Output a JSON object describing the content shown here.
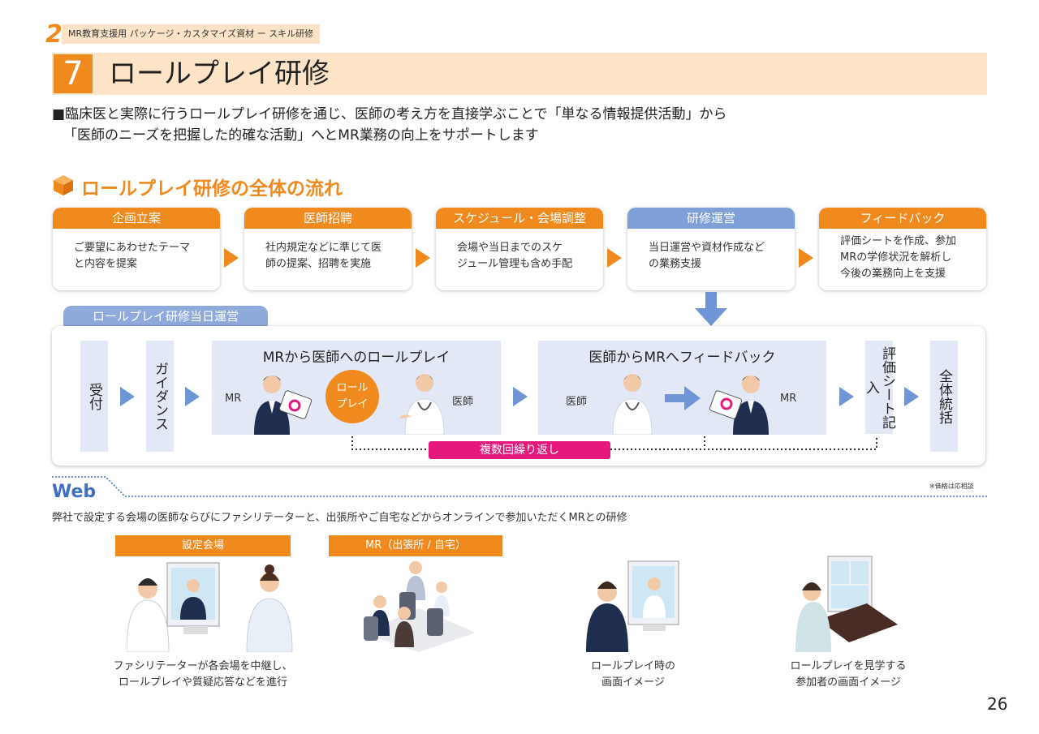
{
  "header": {
    "chapter_number": "2",
    "chapter_label": "MR教育支援用 パッケージ・カスタマイズ資材 ー スキル研修",
    "title_number": "7",
    "title": "ロールプレイ研修"
  },
  "intro": {
    "line1": "■臨床医と実際に行うロールプレイ研修を通じ、医師の考え方を直接学ぶことで「単なる情報提供活動」から",
    "line2": "「医師のニーズを把握した的確な活動」へとMR業務の向上をサポートします"
  },
  "flow": {
    "title": "ロールプレイ研修の全体の流れ",
    "steps": [
      {
        "title": "企画立案",
        "body1": "ご要望にあわせたテーマ",
        "body2": "と内容を提案",
        "body3": ""
      },
      {
        "title": "医師招聘",
        "body1": "社内規定などに準じて医",
        "body2": "師の提案、招聘を実施",
        "body3": ""
      },
      {
        "title": "スケジュール・会場調整",
        "body1": "会場や当日までのスケ",
        "body2": "ジュール管理も含め手配",
        "body3": ""
      },
      {
        "title": "研修運営",
        "body1": "当日運営や資材作成など",
        "body2": "の業務支援",
        "body3": ""
      },
      {
        "title": "フィードバック",
        "body1": "評価シートを作成、参加",
        "body2": "MRの学修状況を解析し",
        "body3": "今後の業務向上を支援"
      }
    ]
  },
  "day": {
    "label": "ロールプレイ研修当日運営",
    "reception": "受付",
    "guidance": "ガイダンス",
    "roleplay_title": "MRから医師へのロールプレイ",
    "mr": "MR",
    "doctor": "医師",
    "roleplay_badge_1": "ロール",
    "roleplay_badge_2": "プレイ",
    "feedback_title": "医師からMRへフィードバック",
    "eval": "評価シート記入",
    "summary": "全体統括",
    "repeat": "複数回繰り返し"
  },
  "web": {
    "title": "Web",
    "price_note": "※価格は応相談",
    "desc": "弊社で設定する会場の医師ならびにファシリテーターと、出張所やご自宅などからオンラインで参加いただくMRとの研修",
    "tag_venue": "設定会場",
    "tag_mr": "MR（出張所 / 自宅）",
    "cap1_line1": "ファシリテーターが各会場を中継し、",
    "cap1_line2": "ロールプレイや質疑応答などを進行",
    "cap2_line1": "ロールプレイ時の",
    "cap2_line2": "画面イメージ",
    "cap3_line1": "ロールプレイを見学する",
    "cap3_line2": "参加者の画面イメージ"
  },
  "page_number": "26",
  "colors": {
    "accent": "#f0891e",
    "accent_light": "#fde4c6",
    "blue": "#7f9fd7",
    "blue_light": "#e3e8f6",
    "pink": "#e5197d",
    "web_blue": "#3f6fbf"
  }
}
